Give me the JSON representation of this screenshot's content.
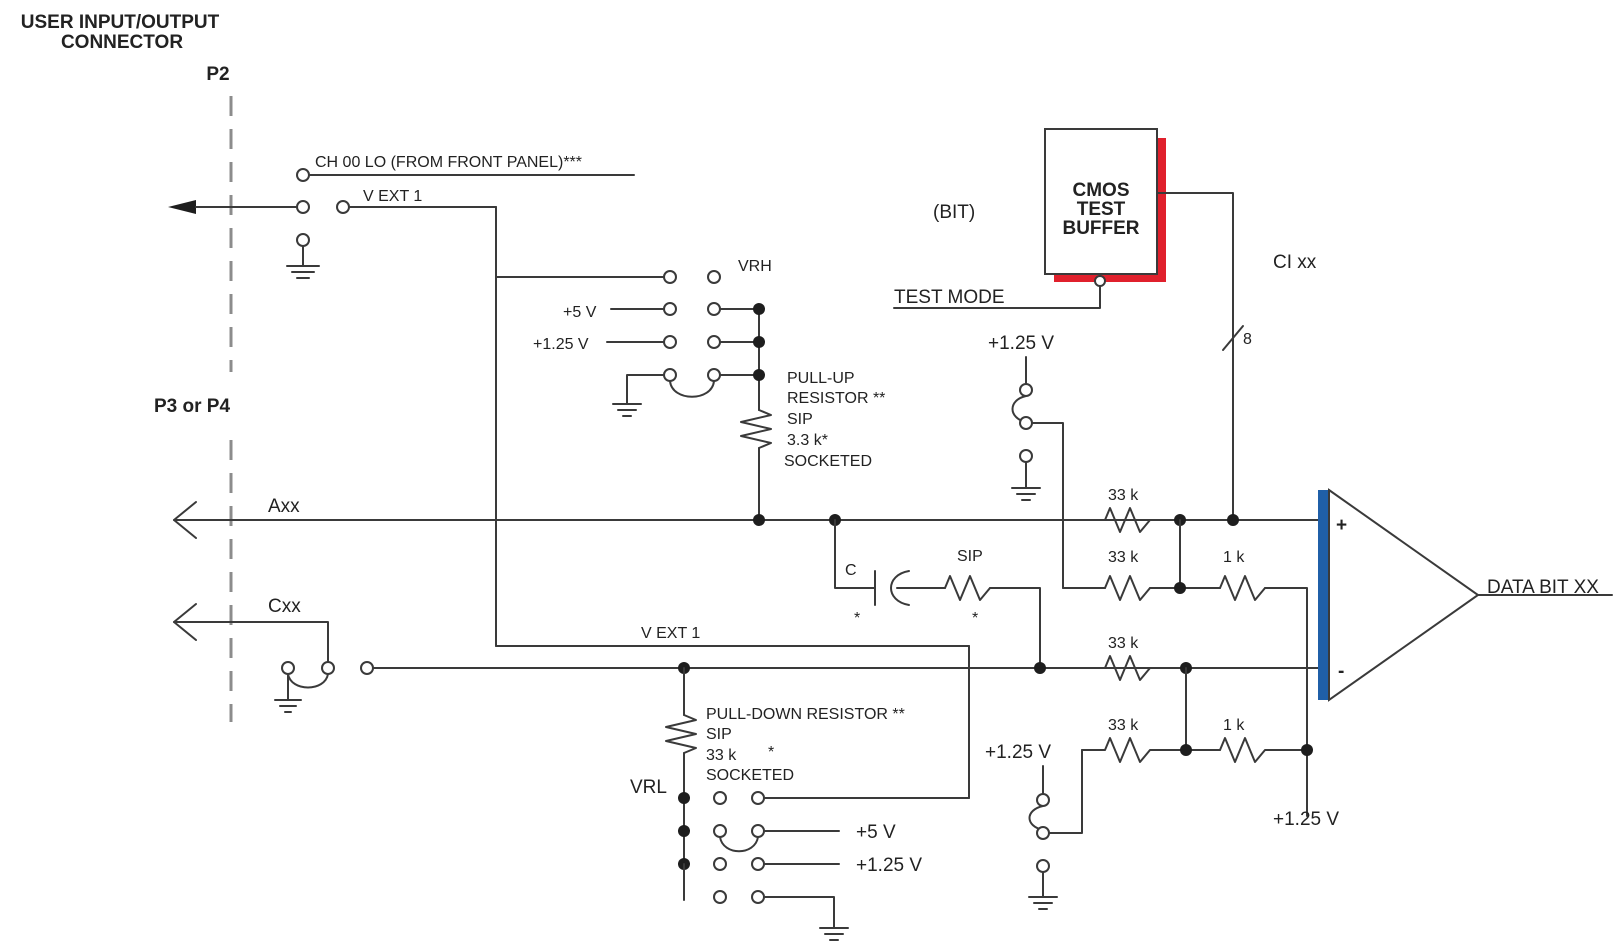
{
  "header": {
    "connector_title_line1": "USER INPUT/OUTPUT",
    "connector_title_line2": "CONNECTOR",
    "p2": "P2",
    "p3_p4": "P3 or P4"
  },
  "labels": {
    "ch00lo": "CH 00 LO (FROM FRONT PANEL)***",
    "vext1_top": "V EXT 1",
    "vext1_mid": "V EXT 1",
    "vrh": "VRH",
    "vrl": "VRL",
    "plus5v_top": "+5 V",
    "plus125v_top": "+1.25 V",
    "plus5v_bottom": "+5 V",
    "plus125v_bottom": "+1.25 V",
    "pullup_line1": "PULL-UP",
    "pullup_line2": "RESISTOR **",
    "pullup_line3": "SIP",
    "pullup_line4": "3.3 k*",
    "pullup_line5": "SOCKETED",
    "pulldown_line1": "PULL-DOWN RESISTOR **",
    "pulldown_line2": "SIP",
    "pulldown_line3": "33 k",
    "pulldown_line3_star": "*",
    "pulldown_line4": "SOCKETED",
    "axx": "Axx",
    "cxx": "Cxx",
    "bit": "(BIT)",
    "cmos_line1": "CMOS",
    "cmos_line2": "TEST",
    "cmos_line3": "BUFFER",
    "test_mode": "TEST MODE",
    "ci_xx": "CI xx",
    "bus_width": "8",
    "plus125v_sw_top": "+1.25 V",
    "plus125v_sw_bottom": "+1.25 V",
    "plus125v_amp": "+1.25 V",
    "r33k_1": "33 k",
    "r33k_2": "33 k",
    "r33k_3": "33 k",
    "r33k_4": "33 k",
    "r1k_top": "1 k",
    "r1k_bottom": "1 k",
    "cap_c": "C",
    "cap_star": "*",
    "sip": "SIP",
    "sip_star": "*",
    "amp_plus": "+",
    "amp_minus": "-",
    "data_bit": "DATA BIT XX"
  },
  "colors": {
    "buffer_shadow": "#e0202c",
    "amp_input_bar": "#1f5fa8"
  }
}
